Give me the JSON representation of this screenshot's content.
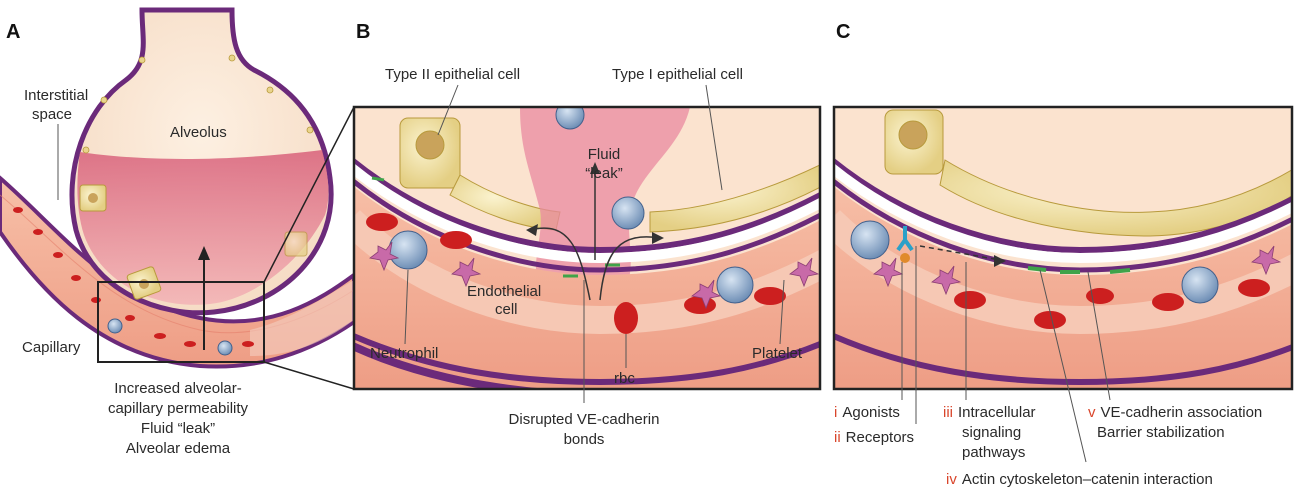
{
  "panels": {
    "a": {
      "letter": "A",
      "interstitial_1": "Interstitial",
      "interstitial_2": "space",
      "alveolus": "Alveolus",
      "capillary": "Capillary",
      "caption": [
        "Increased alveolar-",
        "capillary permeability",
        "Fluid “leak”",
        "Alveolar edema"
      ]
    },
    "b": {
      "letter": "B",
      "type2": "Type II epithelial cell",
      "type1": "Type I epithelial cell",
      "fluid_1": "Fluid",
      "fluid_2": "“leak”",
      "endothelial_1": "Endothelial",
      "endothelial_2": "cell",
      "neutrophil": "Neutrophil",
      "rbc": "rbc",
      "platelet": "Platelet",
      "disrupted_1": "Disrupted VE-cadherin",
      "disrupted_2": "bonds"
    },
    "c": {
      "letter": "C",
      "i_num": "i",
      "i_text": "Agonists",
      "ii_num": "ii",
      "ii_text": "Receptors",
      "iii_num": "iii",
      "iii_text_1": "Intracellular",
      "iii_text_2": "signaling",
      "iii_text_3": "pathways",
      "iv_num": "iv",
      "iv_text": "Actin cytoskeleton–catenin interaction",
      "v_num": "v",
      "v_text_1": "VE-cadherin association",
      "v_text_2": "Barrier stabilization"
    }
  },
  "colors": {
    "membrane": "#6b2a7a",
    "alveolar_fill": "#fbe3cf",
    "fluid": "#e98a94",
    "capillary": "#f2a58c",
    "rbc": "#cc1f1f",
    "neutrophil": "#8aa6c8",
    "platelet": "#c86aa8",
    "epithelial": "#efe0a0",
    "junction": "#3fa34a",
    "label_number": "#d9452b"
  }
}
